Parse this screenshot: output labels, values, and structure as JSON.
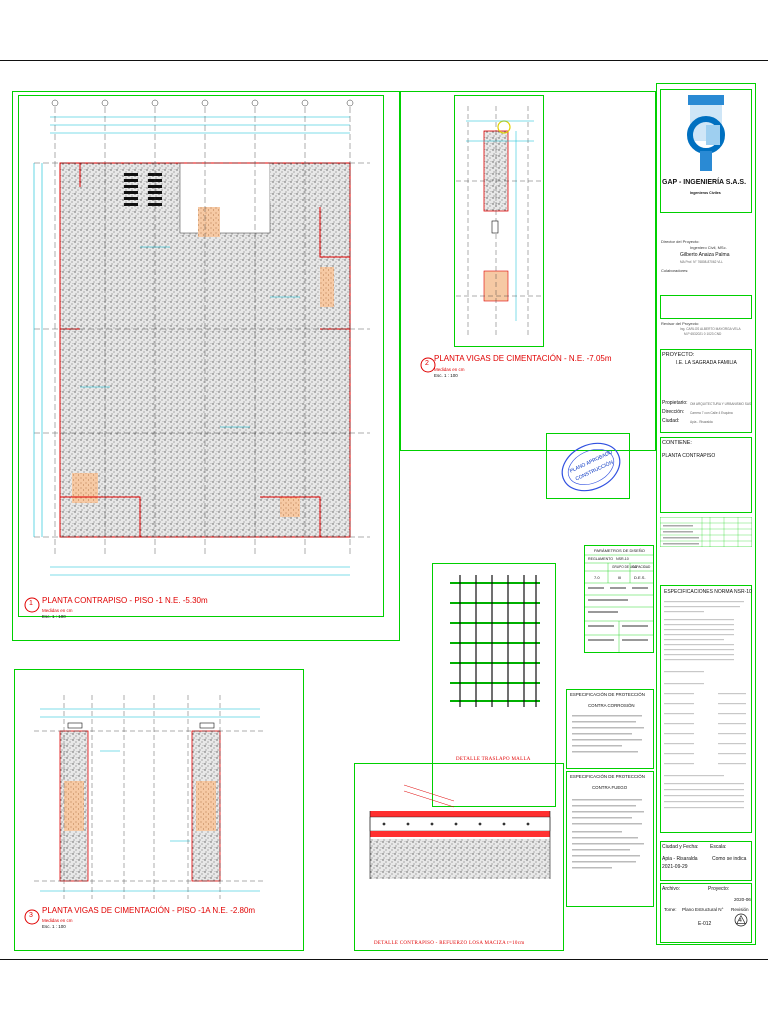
{
  "plan1": {
    "number": "1",
    "title": "PLANTA CONTRAPISO - PISO -1 N.E. -5.30m",
    "units": "Medidas en cm",
    "scale": "Esc. 1 : 100"
  },
  "plan2": {
    "number": "2",
    "title": "PLANTA VIGAS DE CIMENTACIÓN - N.E. -7.05m",
    "units": "Medidas en cm",
    "scale": "Esc. 1 : 100"
  },
  "plan3": {
    "number": "3",
    "title": "PLANTA VIGAS DE CIMENTACIÓN - PISO -1A N.E. -2.80m",
    "units": "Medidas en cm",
    "scale": "Esc. 1 : 100"
  },
  "details": {
    "malla": "DETALLE TRASLAPO MALLA",
    "contrapiso": "DETALLE CONTRAPISO - REFUERZO LOSA MACIZA t=10cm"
  },
  "design_params": {
    "title": "PARÁMETROS DE DISEÑO",
    "regulation_label": "REGLAMENTO",
    "regulation_value": "NSR-10",
    "zone_label": "GRUPO DE USO",
    "capacity_label": "CAPACIDAD",
    "group_value": "III",
    "capacity_value": "D.E.S.",
    "aa_value": "7.0"
  },
  "corrosion": {
    "title": "ESPECIFICACIÓN DE PROTECCIÓN",
    "subtitle": "CONTRA CORROSIÓN"
  },
  "fire": {
    "title": "ESPECIFICACIÓN DE PROTECCIÓN",
    "subtitle": "CONTRA FUEGO"
  },
  "stamp": {
    "line1": "PLANO APROBADO",
    "line2": "CONSTRUCCIÓN"
  },
  "titleblock": {
    "company": "GAP - INGENIERÍA S.A.S.",
    "company_sub": "Ingenieros Civiles",
    "director_label": "Director del Proyecto:",
    "director_role": "Ingeniero Civil, MSc.",
    "director_name": "Gilberto Anaiza Palma",
    "director_mat": "MA Prof. N° 76808-87062 VLL",
    "collab_label": "Colaboradores:",
    "reviewer_label": "Revisor del Proyecto:",
    "reviewer_name": "Ing. CARLOS ALBERTO MAYORGA VELA",
    "reviewer_mat": "M.P 6532021 0 1023 CND",
    "project_label": "PROYECTO:",
    "project_name": "I.E. LA SAGRADA FAMILIA",
    "owner_label": "Propietario:",
    "owner_value": "OM ARQUITECTURA Y URBANISMO SAS",
    "address_label": "Dirección:",
    "address_value": "Carrera 7 con Calle 4 Esquina",
    "city_label": "Ciudad:",
    "city_value": "Apia - Risaralda",
    "contains_label": "CONTIENE:",
    "contains_value": "PLANTA CONTRAPISO",
    "spec_title": "ESPECIFICACIONES NORMA NSR-10",
    "city_date_label": "Ciudad y Fecha:",
    "city_date_value1": "Apia - Risaralda",
    "city_date_value2": "2021-09-29",
    "scale_label": "Escala:",
    "scale_value": "Como se indica",
    "file_label": "Archivo:",
    "project_num_label": "Proyecto:",
    "project_num_value": "2020-06",
    "tome_label": "Tome:",
    "plan_label": "Plano Estructural N°",
    "plan_value": "E-012",
    "revision_label": "Revisión",
    "revision_value": "4"
  },
  "colors": {
    "frame": "#00d000",
    "wall": "#e00000",
    "pattern": "#888888",
    "axis": "#00bcd4",
    "tint": "#f2b07a"
  }
}
